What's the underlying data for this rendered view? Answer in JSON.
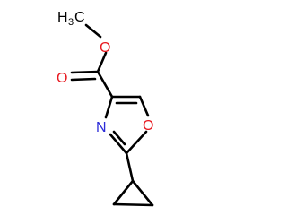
{
  "colors": {
    "bond": "#000000",
    "oxygen": "#e8181f",
    "nitrogen": "#2b2bd9",
    "background": "#ffffff"
  },
  "atoms": {
    "methyl_label": "H",
    "methyl_label_tail": "C",
    "methyl_subscript": "3",
    "ester_oxygen": "O",
    "carbonyl_oxygen": "O",
    "ring_nitrogen": "N",
    "ring_oxygen": "O"
  }
}
